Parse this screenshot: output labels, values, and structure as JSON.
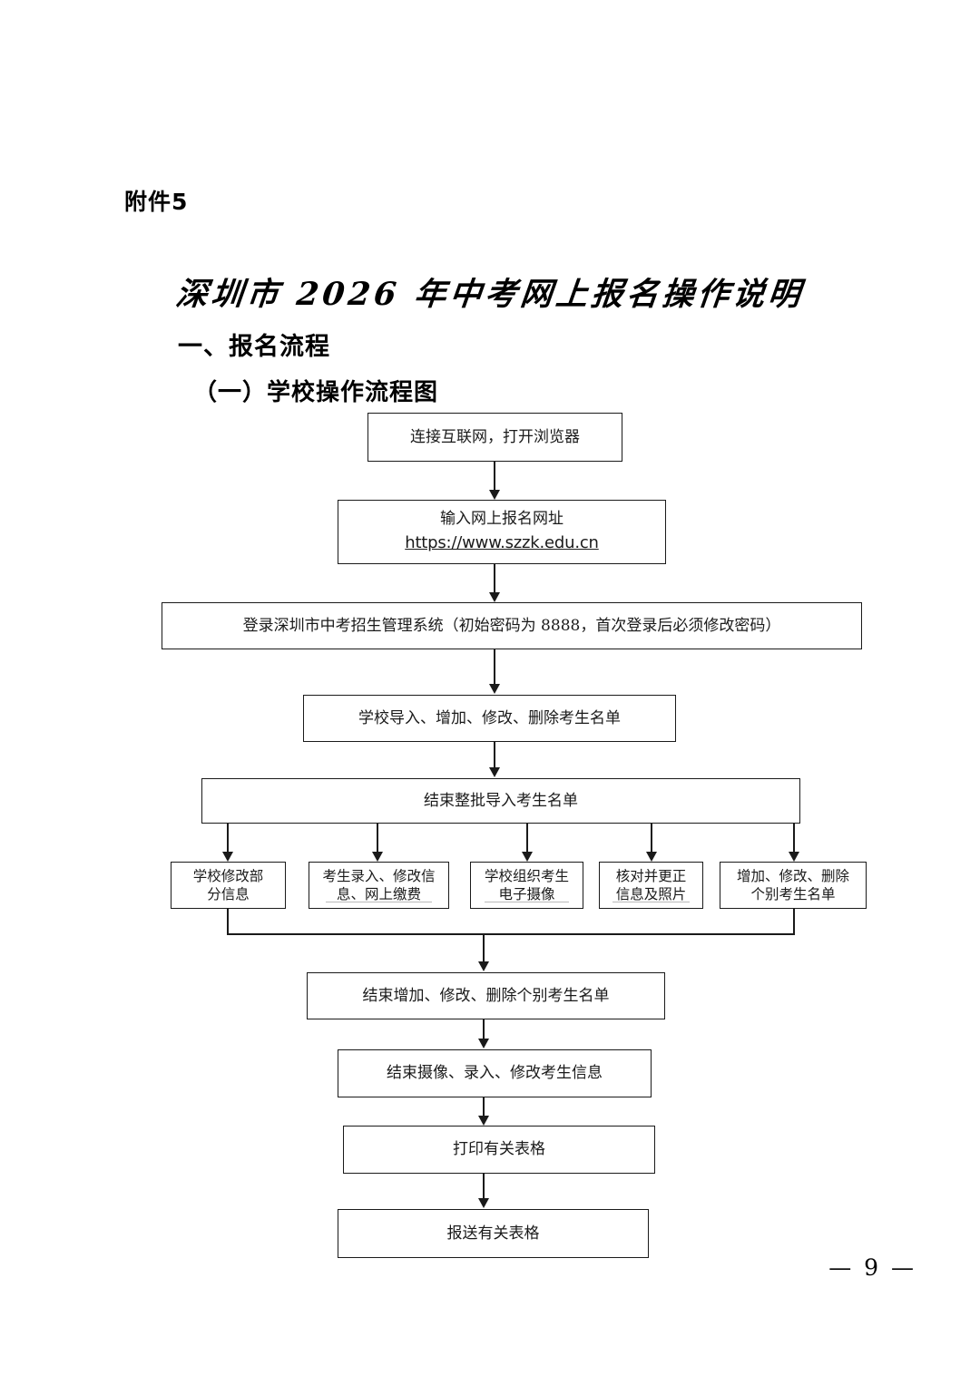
{
  "document": {
    "attachment_label": "附件5",
    "title": "深圳市 2026 年中考网上报名操作说明",
    "section_heading": "一、报名流程",
    "subsection_heading": "（一）学校操作流程图",
    "page_number": "— 9 —"
  },
  "flowchart": {
    "type": "flowchart",
    "nodes": [
      {
        "id": "n1",
        "label": "连接互联网，打开浏览器"
      },
      {
        "id": "n2",
        "label": "输入网上报名网址",
        "url": "https://www.szzk.edu.cn"
      },
      {
        "id": "n3",
        "label": "登录深圳市中考招生管理系统（初始密码为 8888，首次登录后必须修改密码）"
      },
      {
        "id": "n4",
        "label": "学校导入、增加、修改、删除考生名单"
      },
      {
        "id": "n5",
        "label": "结束整批导入考生名单"
      },
      {
        "id": "p1",
        "line1": "学校修改部",
        "line2": "分信息"
      },
      {
        "id": "p2",
        "line1": "考生录入、修改信",
        "line2": "息、网上缴费"
      },
      {
        "id": "p3",
        "line1": "学校组织考生",
        "line2": "电子摄像"
      },
      {
        "id": "p4",
        "line1": "核对并更正",
        "line2": "信息及照片"
      },
      {
        "id": "p5",
        "line1": "增加、修改、删除",
        "line2": "个别考生名单"
      },
      {
        "id": "n6",
        "label": "结束增加、修改、删除个别考生名单"
      },
      {
        "id": "n7",
        "label": "结束摄像、录入、修改考生信息"
      },
      {
        "id": "n8",
        "label": "打印有关表格"
      },
      {
        "id": "n9",
        "label": "报送有关表格"
      }
    ],
    "edges": [
      {
        "from": "n1",
        "to": "n2"
      },
      {
        "from": "n2",
        "to": "n3"
      },
      {
        "from": "n3",
        "to": "n4"
      },
      {
        "from": "n4",
        "to": "n5"
      },
      {
        "from": "n5",
        "to": "p1"
      },
      {
        "from": "n5",
        "to": "p2"
      },
      {
        "from": "n5",
        "to": "p3"
      },
      {
        "from": "n5",
        "to": "p4"
      },
      {
        "from": "n5",
        "to": "p5"
      },
      {
        "from": "p1",
        "to": "n6"
      },
      {
        "from": "p5",
        "to": "n6"
      },
      {
        "from": "n6",
        "to": "n7"
      },
      {
        "from": "n7",
        "to": "n8"
      },
      {
        "from": "n8",
        "to": "n9"
      }
    ]
  },
  "colors": {
    "ink": "#1a1a1a",
    "paper": "#ffffff",
    "artifact": "#b9b9b9"
  }
}
